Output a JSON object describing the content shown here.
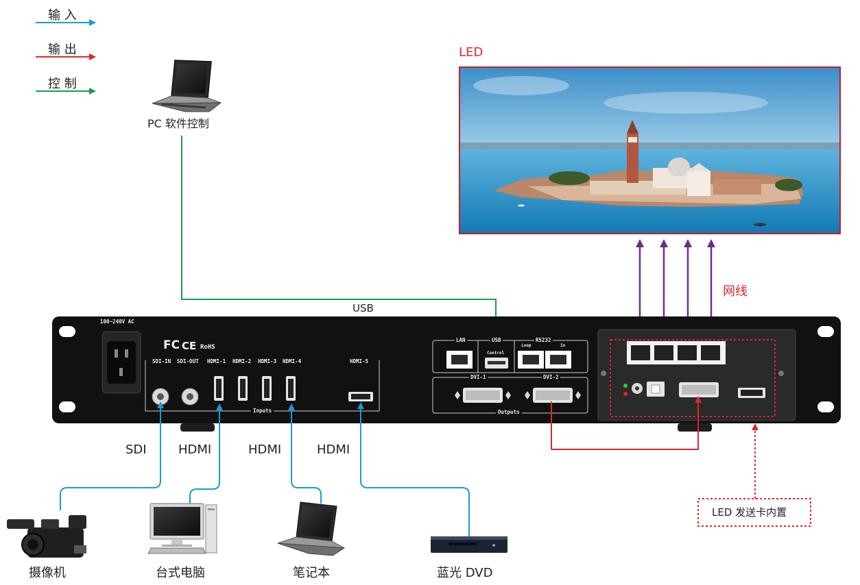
{
  "legend": {
    "input": {
      "label": "输 入",
      "color": "#1a9ad6"
    },
    "output": {
      "label": "输 出",
      "color": "#e0262a"
    },
    "control": {
      "label": "控 制",
      "color": "#1d9b4c"
    }
  },
  "pc": {
    "label": "PC 软件控制"
  },
  "led": {
    "title": "LED"
  },
  "cable": {
    "usb": "USB",
    "network": "网线"
  },
  "sender_card": {
    "label": "LED 发送卡内置"
  },
  "device": {
    "power": "100~240V AC",
    "certs": {
      "fc": "FC",
      "ce": "CE",
      "rohs": "RoHS"
    },
    "inputs_group": "Inputs",
    "outputs_group": "Outputs",
    "ports": {
      "sdi_in": "SDI-IN",
      "sdi_out": "SDI-OUT",
      "hdmi1": "HDMI-1",
      "hdmi2": "HDMI-2",
      "hdmi3": "HDMI-3",
      "hdmi4": "HDMI-4",
      "hdmi5": "HDMI-5",
      "lan": "LAN",
      "usb": "USB",
      "control": "Control",
      "rs232": "RS232",
      "loop": "Loop",
      "in": "In",
      "dvi1": "DVI-1",
      "dvi2": "DVI-2"
    }
  },
  "signals": {
    "sdi": "SDI",
    "hdmi_a": "HDMI",
    "hdmi_b": "HDMI",
    "hdmi_c": "HDMI"
  },
  "sources": {
    "camera": "摄像机",
    "desktop": "台式电脑",
    "laptop": "笔记本",
    "bluray": "蓝光 DVD"
  }
}
